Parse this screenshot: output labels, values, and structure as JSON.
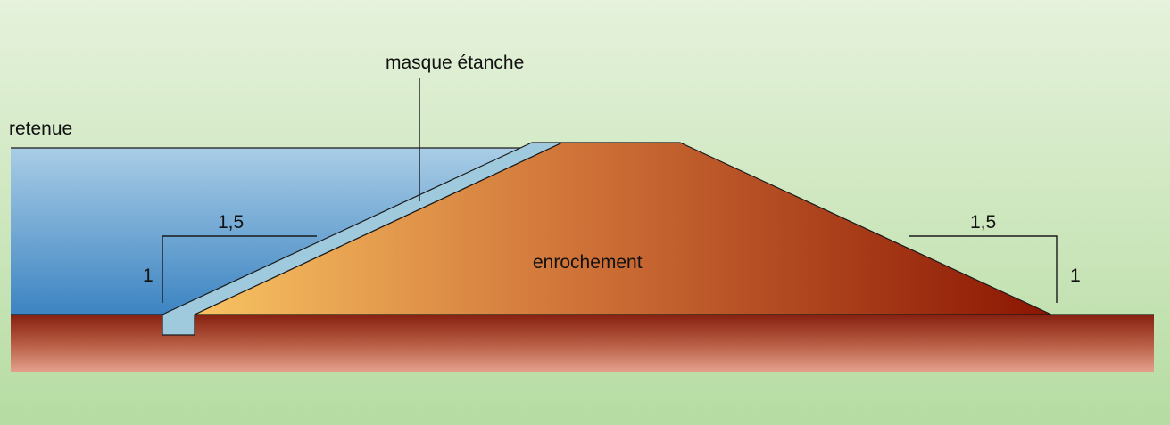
{
  "labels": {
    "reservoir": "retenue",
    "membrane": "masque étanche",
    "fill": "enrochement",
    "upstream_slope_h": "1,5",
    "upstream_slope_v": "1",
    "downstream_slope_h": "1,5",
    "downstream_slope_v": "1"
  },
  "slopes": {
    "upstream": {
      "horizontal": 1.5,
      "vertical": 1
    },
    "downstream": {
      "horizontal": 1.5,
      "vertical": 1
    }
  }
}
